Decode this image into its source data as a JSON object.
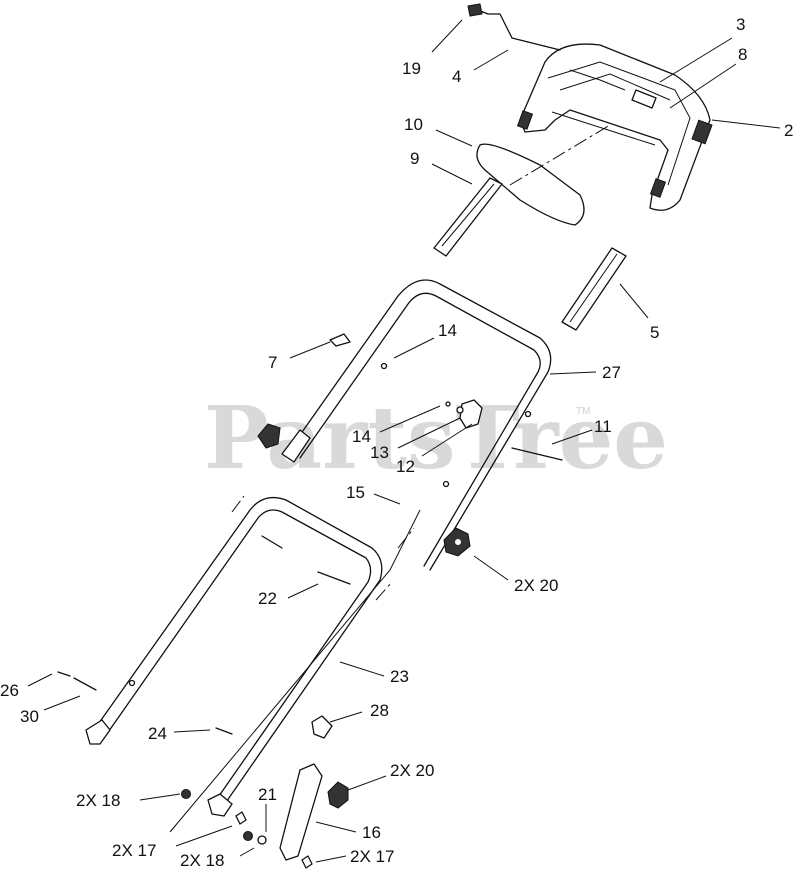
{
  "watermark": {
    "text": "PartsTree",
    "trademark": "TM"
  },
  "callouts": [
    {
      "id": "19",
      "text": "19"
    },
    {
      "id": "4",
      "text": "4"
    },
    {
      "id": "3",
      "text": "3"
    },
    {
      "id": "8",
      "text": "8"
    },
    {
      "id": "2",
      "text": "2"
    },
    {
      "id": "10",
      "text": "10"
    },
    {
      "id": "9",
      "text": "9"
    },
    {
      "id": "5",
      "text": "5"
    },
    {
      "id": "7",
      "text": "7"
    },
    {
      "id": "14a",
      "text": "14"
    },
    {
      "id": "27",
      "text": "27"
    },
    {
      "id": "14b",
      "text": "14"
    },
    {
      "id": "13",
      "text": "13"
    },
    {
      "id": "12",
      "text": "12"
    },
    {
      "id": "11",
      "text": "11"
    },
    {
      "id": "15",
      "text": "15"
    },
    {
      "id": "20a",
      "text": "2X 20"
    },
    {
      "id": "22",
      "text": "22"
    },
    {
      "id": "23",
      "text": "23"
    },
    {
      "id": "26",
      "text": "26"
    },
    {
      "id": "30",
      "text": "30"
    },
    {
      "id": "28",
      "text": "28"
    },
    {
      "id": "24",
      "text": "24"
    },
    {
      "id": "20b",
      "text": "2X 20"
    },
    {
      "id": "18a",
      "text": "2X 18"
    },
    {
      "id": "21",
      "text": "21"
    },
    {
      "id": "16",
      "text": "16"
    },
    {
      "id": "17a",
      "text": "2X 17"
    },
    {
      "id": "18b",
      "text": "2X 18"
    },
    {
      "id": "17b",
      "text": "2X 17"
    }
  ]
}
